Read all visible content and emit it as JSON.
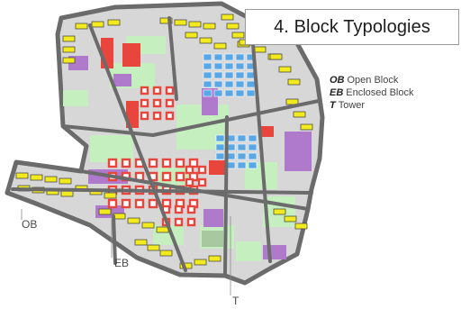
{
  "title": "4. Block Typologies",
  "legend": [
    {
      "key": "OB",
      "label": "Open Block"
    },
    {
      "key": "EB",
      "label": "Enclosed Block"
    },
    {
      "key": "T",
      "label": "Tower"
    }
  ],
  "callouts": {
    "ob": "OB",
    "eb": "EB",
    "t": "T"
  },
  "colors": {
    "street": "#6b6b6b",
    "ground": "#d7d7d7",
    "open_block": "#f2ea1f",
    "enclosed_block": "#e8453c",
    "tower": "#5aa7e6",
    "green_space": "#c6efc0",
    "civic": "#b07acc",
    "plaza": "#a8c8a0"
  }
}
